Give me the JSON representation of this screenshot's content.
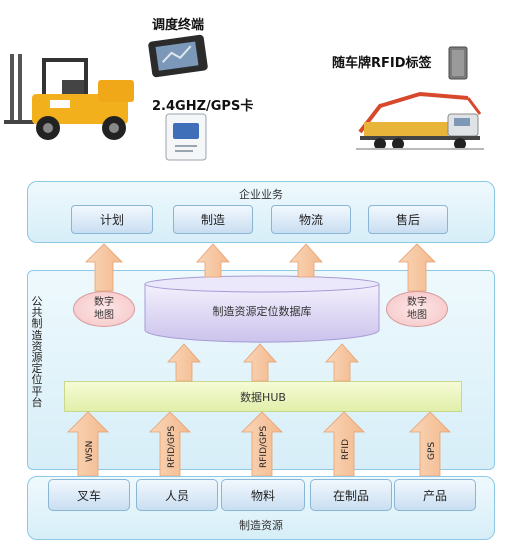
{
  "captions": {
    "dispatch_terminal": "调度终端",
    "gps_card": "2.4GHZ/GPS卡",
    "rfid_tag": "随车牌RFID标签"
  },
  "enterprise": {
    "title": "企业业务",
    "items": [
      "计划",
      "制造",
      "物流",
      "售后"
    ]
  },
  "platform": {
    "title": "公共制造资源定位平台",
    "database": "制造资源定位数据库",
    "digital_map": "数字地图",
    "hub": "数据HUB"
  },
  "links": [
    "WSN",
    "RFID/GPS",
    "RFID/GPS",
    "RFID",
    "GPS"
  ],
  "resources": {
    "title": "制造资源",
    "items": [
      "叉车",
      "人员",
      "物料",
      "在制品",
      "产品"
    ]
  },
  "colors": {
    "panel_border": "#8ec9e6",
    "arrow_fill": "#f8c9a3",
    "hub_fill": "#eaf5b8",
    "oval_fill": "#f7cdd0",
    "database_fill": "#ddd7f2"
  }
}
